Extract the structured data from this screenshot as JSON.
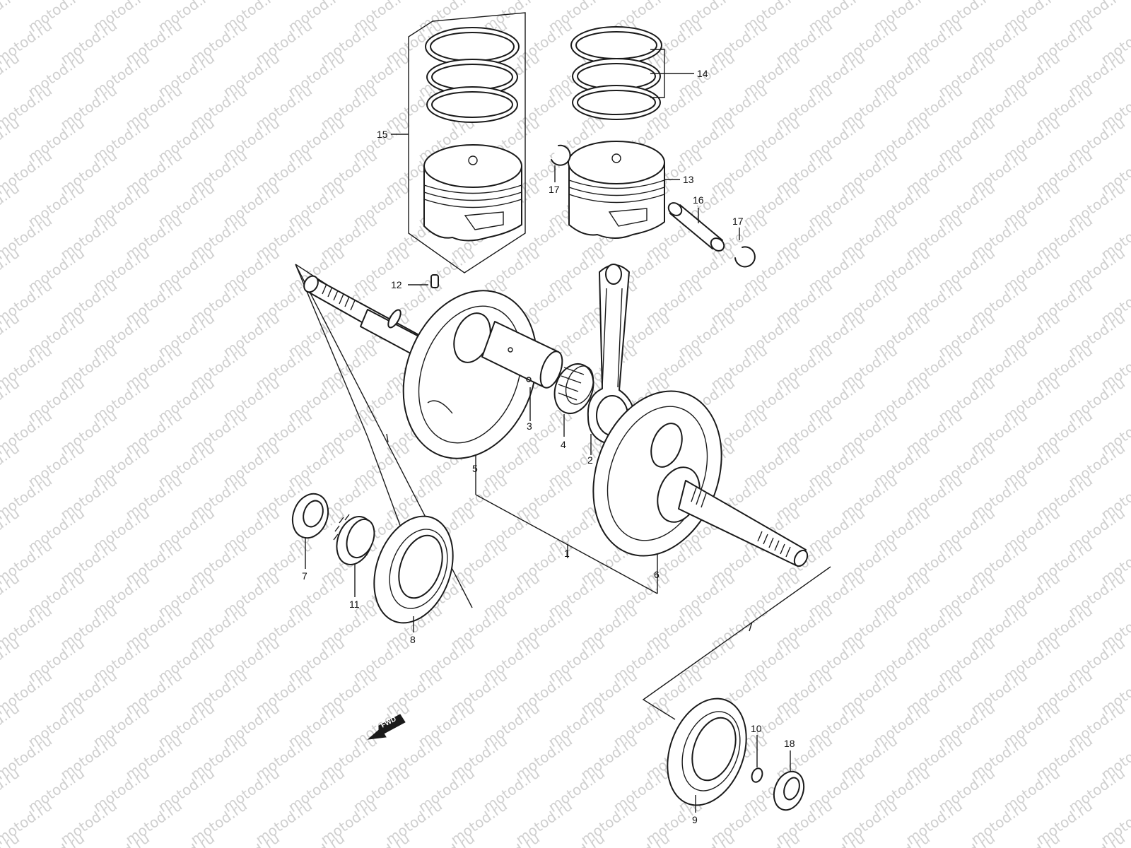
{
  "watermark": "motod.ru",
  "fwd_label": "FWD",
  "callouts": [
    {
      "id": "c1",
      "label": "1"
    },
    {
      "id": "c2",
      "label": "2"
    },
    {
      "id": "c3",
      "label": "3"
    },
    {
      "id": "c4",
      "label": "4"
    },
    {
      "id": "c5",
      "label": "5"
    },
    {
      "id": "c6",
      "label": "6"
    },
    {
      "id": "c7",
      "label": "7"
    },
    {
      "id": "c8",
      "label": "8"
    },
    {
      "id": "c9",
      "label": "9"
    },
    {
      "id": "c10",
      "label": "10"
    },
    {
      "id": "c11",
      "label": "11"
    },
    {
      "id": "c12",
      "label": "12"
    },
    {
      "id": "c13",
      "label": "13"
    },
    {
      "id": "c14",
      "label": "14"
    },
    {
      "id": "c15",
      "label": "15"
    },
    {
      "id": "c16",
      "label": "16"
    },
    {
      "id": "c17a",
      "label": "17"
    },
    {
      "id": "c17b",
      "label": "17"
    },
    {
      "id": "c18",
      "label": "18"
    }
  ]
}
